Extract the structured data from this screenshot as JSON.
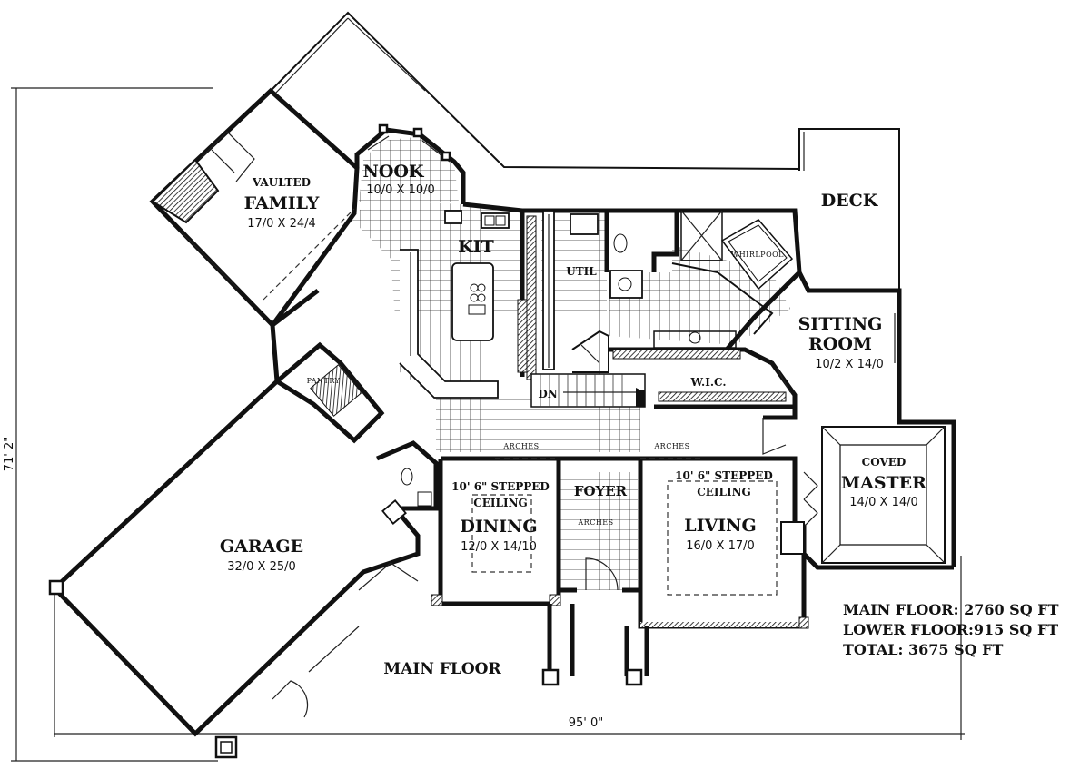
{
  "rooms": {
    "vaulted_family": {
      "qualifier": "VAULTED",
      "name": "FAMILY",
      "size": "17/0 X 24/4"
    },
    "nook": {
      "name": "NOOK",
      "size": "10/0 X 10/0"
    },
    "kit": {
      "name": "KIT"
    },
    "util": {
      "name": "UTIL"
    },
    "whirlpool": {
      "name": "WHIRLPOOL"
    },
    "deck": {
      "name": "DECK"
    },
    "sitting_room": {
      "line1": "SITTING",
      "line2": "ROOM",
      "size": "10/2 X 14/0"
    },
    "wic": {
      "name": "W.I.C."
    },
    "dn": {
      "name": "DN"
    },
    "pantry": {
      "name": "PANTRY"
    },
    "garage": {
      "name": "GARAGE",
      "size": "32/0 X 25/0"
    },
    "dining": {
      "ceiling1": "10' 6\" STEPPED",
      "ceiling2": "CEILING",
      "name": "DINING",
      "size": "12/0 X 14/10"
    },
    "foyer": {
      "name": "FOYER"
    },
    "living": {
      "ceiling1": "10' 6\" STEPPED",
      "ceiling2": "CEILING",
      "name": "LIVING",
      "size": "16/0 X 17/0"
    },
    "master": {
      "qualifier": "COVED",
      "name": "MASTER",
      "size": "14/0 X 14/0"
    }
  },
  "arches": [
    "ARCHES",
    "ARCHES",
    "ARCHES"
  ],
  "floor_label": "MAIN FLOOR",
  "dimensions": {
    "depth": "71' 2\"",
    "width": "95' 0\""
  },
  "stats": {
    "main": "MAIN FLOOR: 2760 SQ FT",
    "lower": "LOWER FLOOR:915 SQ FT",
    "total": "TOTAL: 3675 SQ FT"
  }
}
